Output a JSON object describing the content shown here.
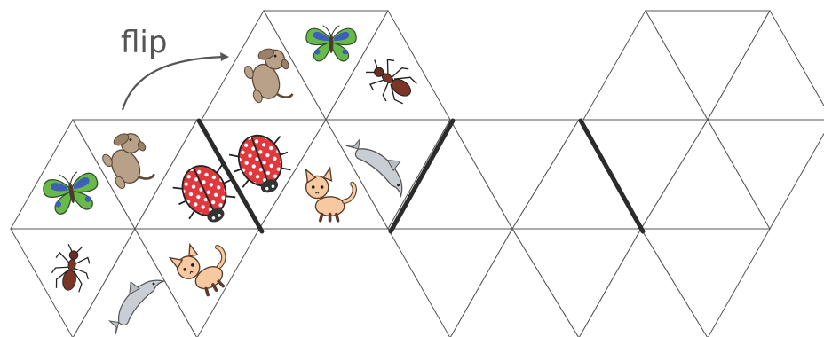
{
  "annotation": {
    "flip_label": "flip"
  },
  "pictures": [
    "butterfly",
    "dog",
    "ladybug",
    "ant",
    "butterfly",
    "dog",
    "ladybug",
    "cat",
    "dolphin",
    "ant",
    "dolphin",
    "cat"
  ]
}
